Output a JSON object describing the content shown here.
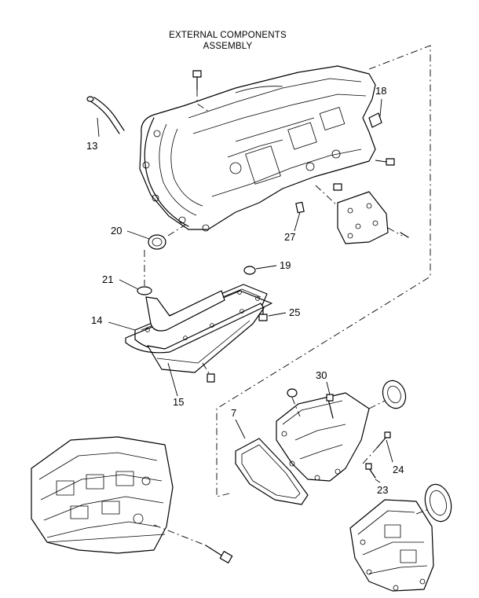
{
  "title": {
    "line1": "EXTERNAL COMPONENTS",
    "line2": "ASSEMBLY"
  },
  "callouts": {
    "c13": "13",
    "c18": "18",
    "c20": "20",
    "c27": "27",
    "c19": "19",
    "c21": "21",
    "c25": "25",
    "c14": "14",
    "c15": "15",
    "c30": "30",
    "c7": "7",
    "c24": "24",
    "c23": "23"
  }
}
